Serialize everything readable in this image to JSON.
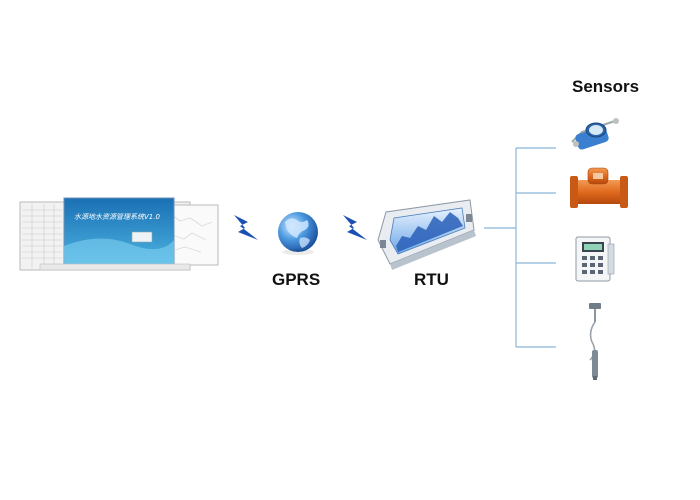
{
  "labels": {
    "sensors": "Sensors",
    "gprs": "GPRS",
    "rtu": "RTU"
  },
  "software": {
    "splash_title": "水源地水资源管理系统V1.0"
  },
  "icons": {
    "software_screen": "software-screenshot-icon",
    "link_1": "wireless-lightning-icon",
    "globe": "globe-icon",
    "link_2": "wireless-lightning-icon",
    "rtu": "rtu-device-icon",
    "sensor_1": "water-meter-icon",
    "sensor_2": "electromagnetic-flowmeter-icon",
    "sensor_3": "ultrasonic-flowmeter-icon",
    "sensor_4": "water-level-probe-icon"
  },
  "colors": {
    "lightning": "#1b4fb3",
    "globe": "#2a74c9",
    "line": "#8ab4d8",
    "flowmeter": "#e06a1e",
    "meter": "#3b7fd0"
  }
}
